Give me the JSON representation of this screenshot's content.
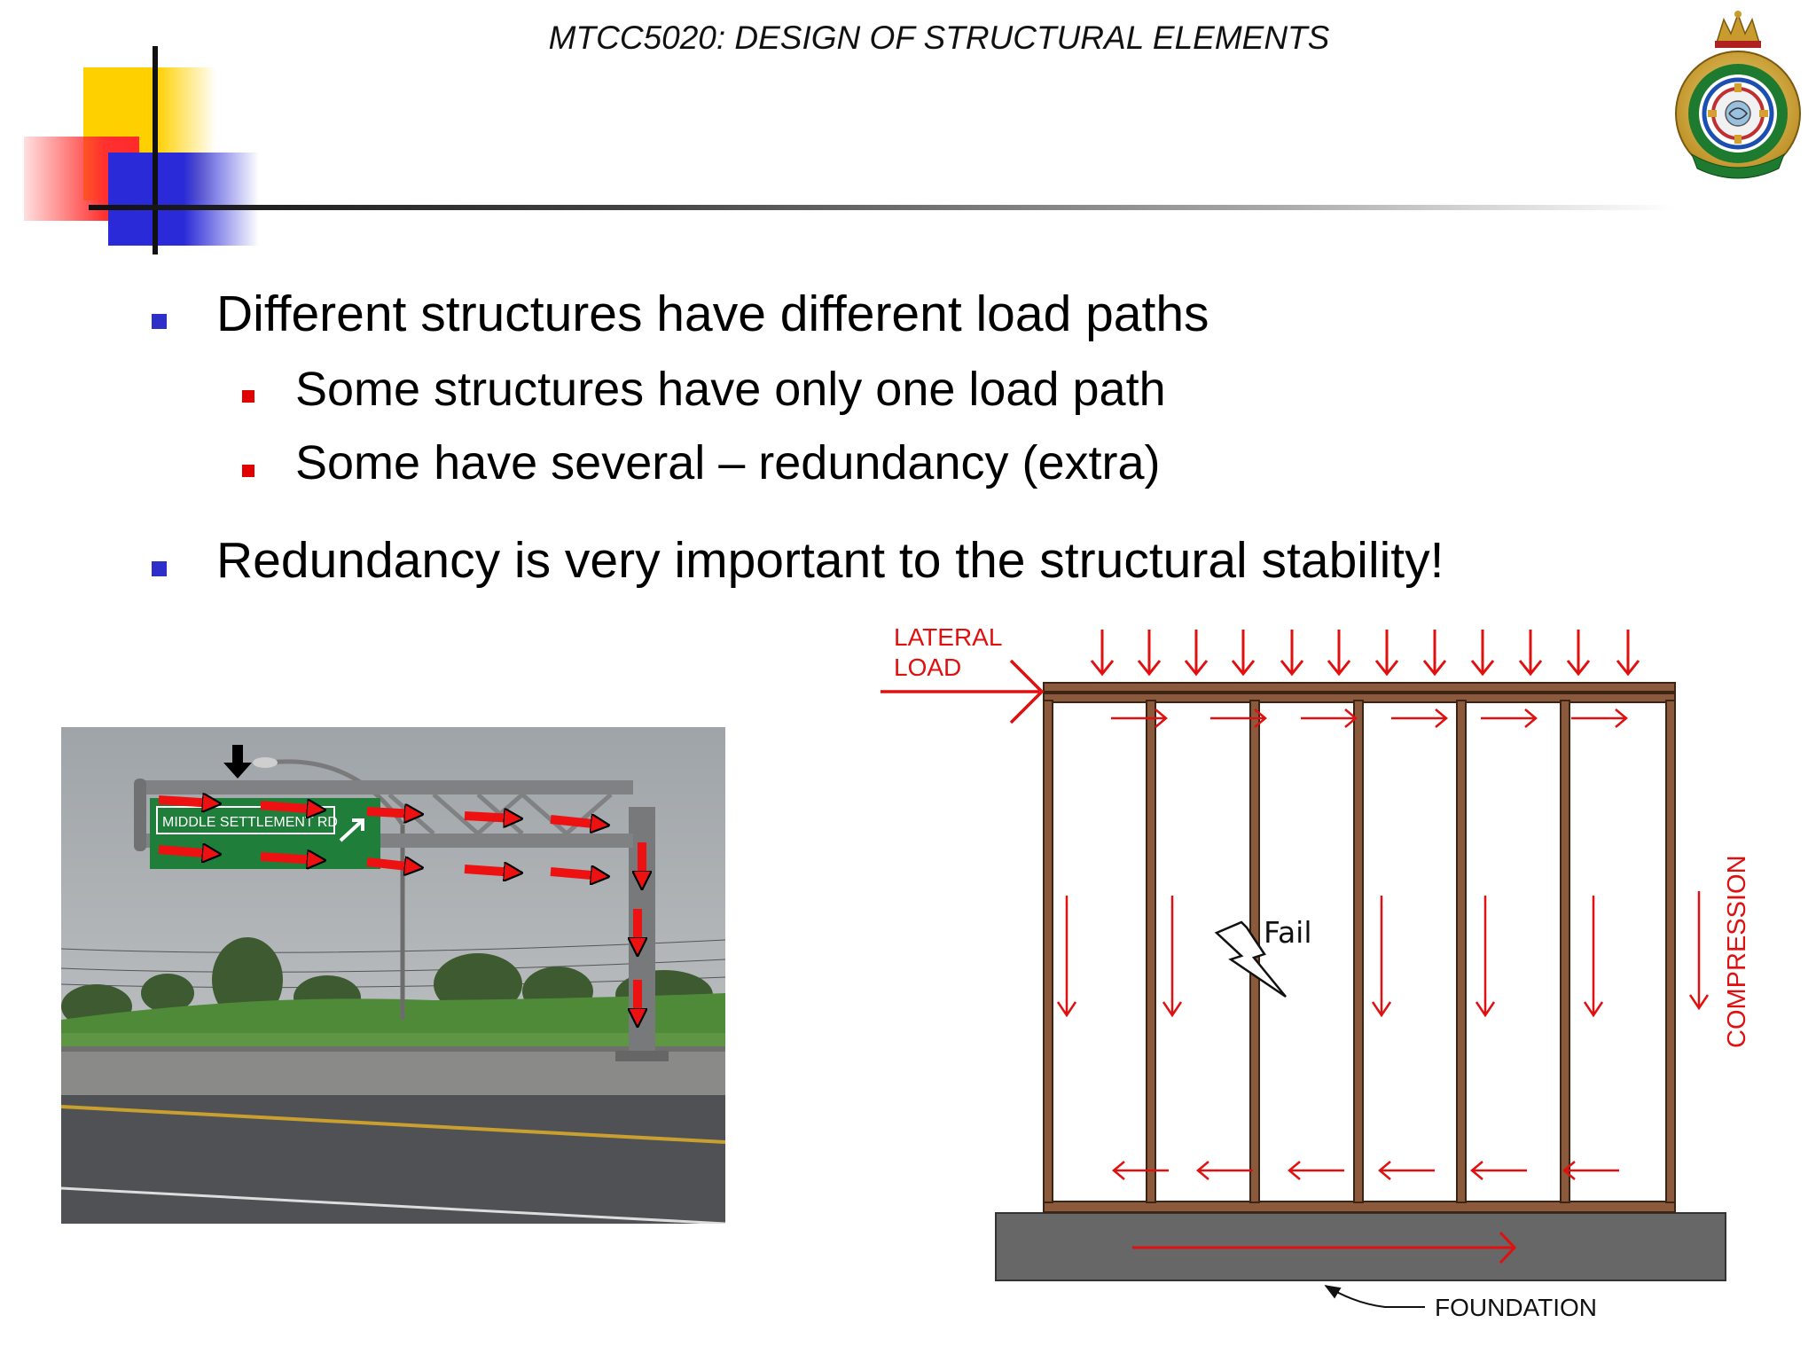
{
  "header": {
    "course_title": "MTCC5020: DESIGN OF STRUCTURAL ELEMENTS"
  },
  "bullets": [
    {
      "text": "Different structures have different load paths",
      "level": 1
    },
    {
      "text": "Some structures have only one load path",
      "level": 2
    },
    {
      "text": "Some have several – redundancy (extra)",
      "level": 2
    },
    {
      "text": "Redundancy is very important to the structural stability!",
      "level": 1
    }
  ],
  "photo": {
    "sign_text": "MIDDLE  SETTLEMENT  RD"
  },
  "diagram": {
    "lateral_load_line1": "LATERAL",
    "lateral_load_line2": "LOAD",
    "compression": "COMPRESSION",
    "fail": "Fail",
    "foundation": "FOUNDATION"
  },
  "colors": {
    "arrow_red": "#e01010",
    "wood": "#8b5a3c",
    "foundation_gray": "#676767",
    "bullet_blue": "#2e2ec8",
    "bullet_red": "#e00000"
  }
}
